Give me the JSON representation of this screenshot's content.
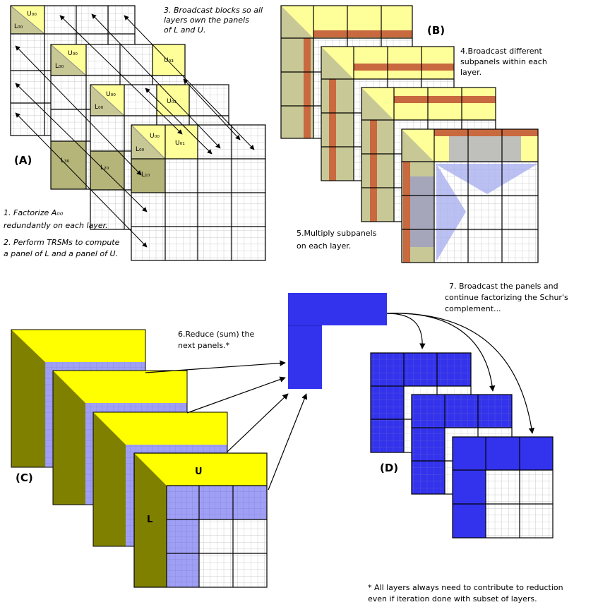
{
  "labels": {
    "panel_a": "(A)",
    "panel_b": "(B)",
    "panel_c": "(C)",
    "panel_d": "(D)"
  },
  "steps": {
    "s1": [
      "1. Factorize A₀₀",
      "redundantly on each layer."
    ],
    "s2": [
      "2. Perform TRSMs to compute",
      "a panel of L and a panel of U."
    ],
    "s3": [
      "3. Broadcast blocks so all",
      "layers own the panels",
      "of L and U."
    ],
    "s4": [
      "4.Broadcast different",
      "subpanels within each",
      "layer."
    ],
    "s5": [
      "5.Multiply subpanels",
      "on each layer."
    ],
    "s6": [
      "6.Reduce (sum) the",
      "next panels.*"
    ],
    "s7": [
      "7. Broadcast the panels and",
      "continue factorizing the Schur's",
      "complement..."
    ]
  },
  "blocks": {
    "u00": "U₀₀",
    "l00": "L₀₀",
    "u03": "U₀₃",
    "u01": "U₀₁",
    "l30": "L₃₀",
    "l20": "L₂₀",
    "l10": "L₁₀",
    "u": "U",
    "l": "L"
  },
  "footnote": [
    "* All layers always need to contribute to reduction",
    "even if iteration done with subset of layers."
  ],
  "colors": {
    "yellow": "#ffff99",
    "bright_yellow": "#ffff00",
    "olive": "#c8c897",
    "dark_olive": "#808000",
    "brick": "#c8693f",
    "blue": "#3333ee",
    "lavender": "#9f9ff5",
    "arrow_tri": "#aab0f0"
  }
}
